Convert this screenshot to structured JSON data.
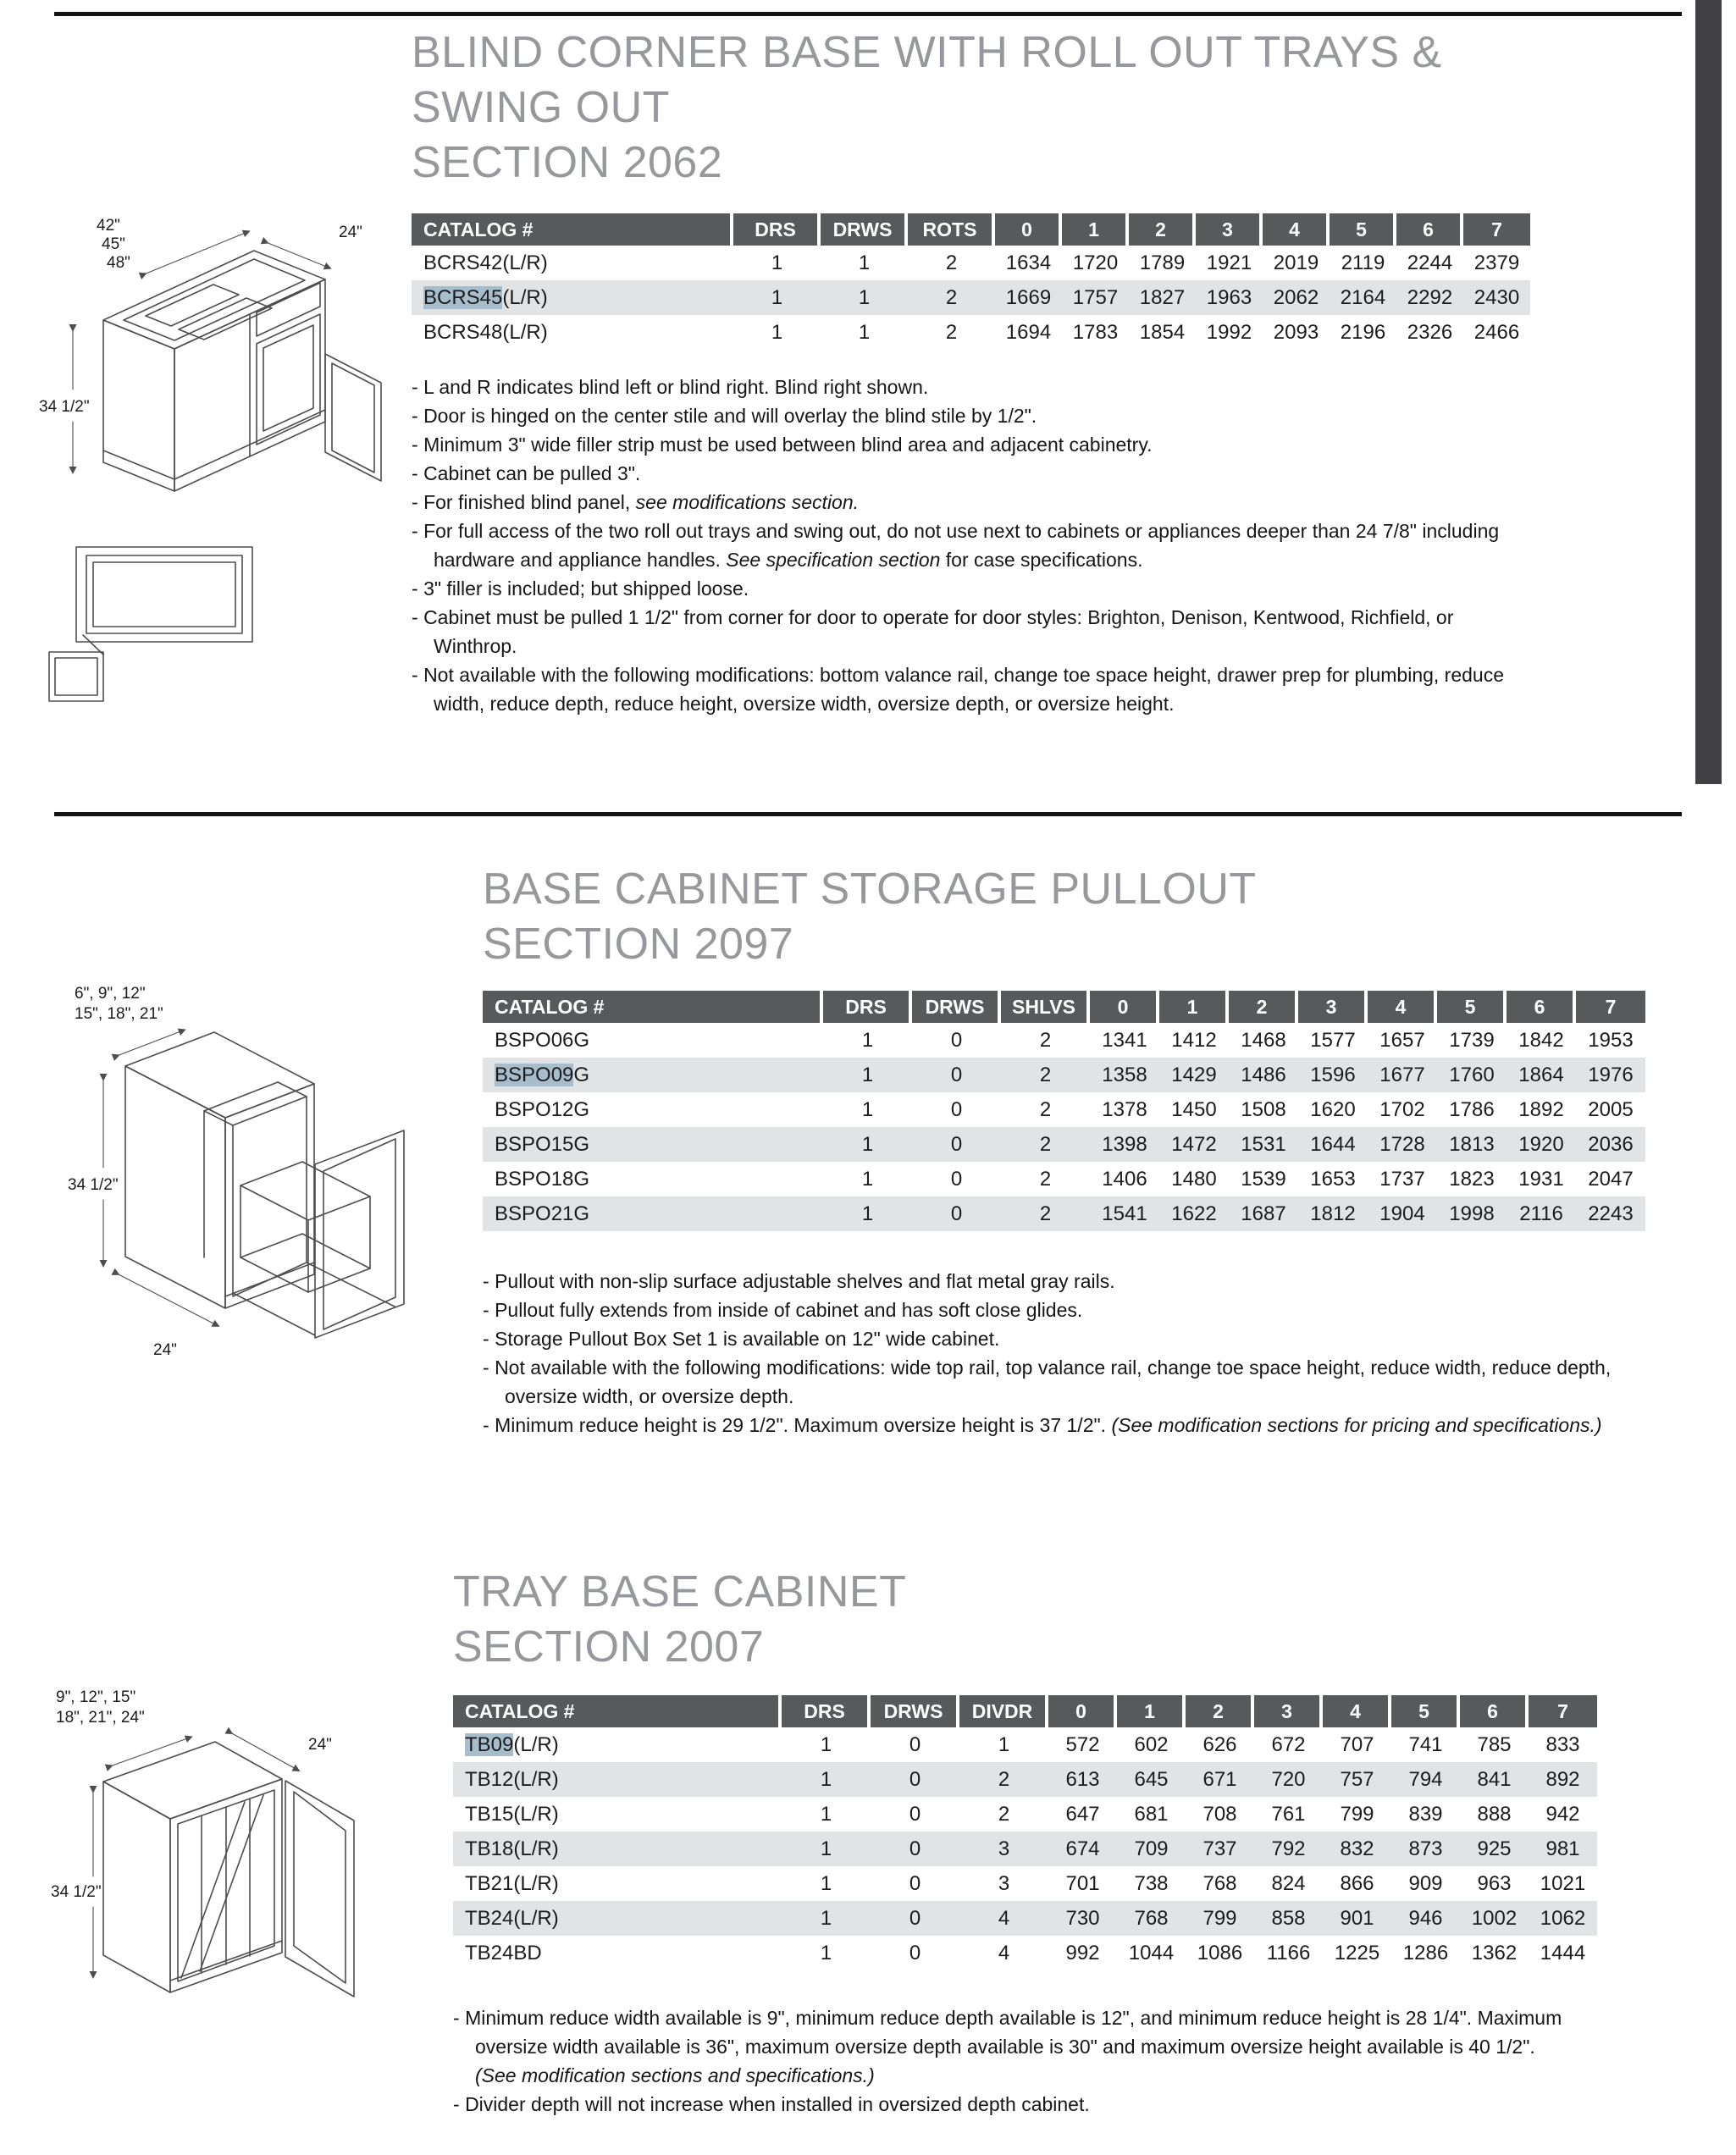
{
  "colors": {
    "table_header_bg": "#58595b",
    "row_shade_bg": "#e2e3e5",
    "highlight_bg": "#a7bdcb",
    "title_gray": "#96989b",
    "rule_black": "#141414",
    "right_tab": "#414042",
    "body_text": "#1c1c1e",
    "drawing_stroke": "#4d4d4f"
  },
  "sections": [
    {
      "name": "blind-corner-base",
      "title_lines": [
        "BLIND CORNER BASE WITH ROLL OUT TRAYS &",
        "SWING OUT"
      ],
      "section_label": "SECTION 2062",
      "drawing_dims": {
        "width_labels": [
          "42\"",
          "45\"",
          "48\""
        ],
        "depth_label": "24\"",
        "height_label": "34 1/2\""
      },
      "table": {
        "catalog_header": "CATALOG #",
        "spec_headers": [
          "DRS",
          "DRWS",
          "ROTS"
        ],
        "price_headers": [
          "0",
          "1",
          "2",
          "3",
          "4",
          "5",
          "6",
          "7"
        ],
        "rows": [
          {
            "code": "BCRS42",
            "suffix": "(L/R)",
            "highlighted": false,
            "shaded": false,
            "specs": [
              "1",
              "1",
              "2"
            ],
            "prices": [
              "1634",
              "1720",
              "1789",
              "1921",
              "2019",
              "2119",
              "2244",
              "2379"
            ]
          },
          {
            "code": "BCRS45",
            "suffix": "(L/R)",
            "highlighted": true,
            "shaded": true,
            "specs": [
              "1",
              "1",
              "2"
            ],
            "prices": [
              "1669",
              "1757",
              "1827",
              "1963",
              "2062",
              "2164",
              "2292",
              "2430"
            ]
          },
          {
            "code": "BCRS48",
            "suffix": "(L/R)",
            "highlighted": false,
            "shaded": false,
            "specs": [
              "1",
              "1",
              "2"
            ],
            "prices": [
              "1694",
              "1783",
              "1854",
              "1992",
              "2093",
              "2196",
              "2326",
              "2466"
            ]
          }
        ]
      },
      "notes": [
        [
          {
            "t": "L and R indicates blind left or blind right.  Blind right shown."
          }
        ],
        [
          {
            "t": "Door is hinged on the center stile and will overlay the blind stile by 1/2\"."
          }
        ],
        [
          {
            "t": "Minimum 3\" wide filler strip must be used between blind area and adjacent cabinetry."
          }
        ],
        [
          {
            "t": "Cabinet can be pulled 3\"."
          }
        ],
        [
          {
            "t": "For finished blind panel, "
          },
          {
            "t": "see modifications section.",
            "i": true
          }
        ],
        [
          {
            "t": "For full access of the two roll out trays and swing out, do not use next to cabinets or appliances deeper than 24 7/8\" including hardware and appliance handles.  "
          },
          {
            "t": "See specification section",
            "i": true
          },
          {
            "t": " for case specifications."
          }
        ],
        [
          {
            "t": "3\" filler is included; but shipped loose."
          }
        ],
        [
          {
            "t": "Cabinet must be pulled 1 1/2\" from corner for door to operate for door styles:  Brighton, Denison, Kentwood, Richfield, or Winthrop."
          }
        ],
        [
          {
            "t": "Not available with the following modifications: bottom valance rail, change toe space height, drawer prep for plumbing, reduce width, reduce depth, reduce height, oversize width, oversize depth, or oversize height."
          }
        ]
      ]
    },
    {
      "name": "base-cabinet-storage-pullout",
      "title_lines": [
        "BASE CABINET STORAGE PULLOUT"
      ],
      "section_label": "SECTION 2097",
      "drawing_dims": {
        "width_labels_line1": "6\", 9\", 12\"",
        "width_labels_line2": "15\", 18\", 21\"",
        "depth_label": "24\"",
        "height_label": "34 1/2\""
      },
      "table": {
        "catalog_header": "CATALOG #",
        "spec_headers": [
          "DRS",
          "DRWS",
          "SHLVS"
        ],
        "price_headers": [
          "0",
          "1",
          "2",
          "3",
          "4",
          "5",
          "6",
          "7"
        ],
        "rows": [
          {
            "code": "BSPO06G",
            "suffix": "",
            "highlighted": false,
            "shaded": false,
            "specs": [
              "1",
              "0",
              "2"
            ],
            "prices": [
              "1341",
              "1412",
              "1468",
              "1577",
              "1657",
              "1739",
              "1842",
              "1953"
            ]
          },
          {
            "code": "BSPO09",
            "suffix": "G",
            "highlighted": true,
            "shaded": true,
            "specs": [
              "1",
              "0",
              "2"
            ],
            "prices": [
              "1358",
              "1429",
              "1486",
              "1596",
              "1677",
              "1760",
              "1864",
              "1976"
            ]
          },
          {
            "code": "BSPO12G",
            "suffix": "",
            "highlighted": false,
            "shaded": false,
            "specs": [
              "1",
              "0",
              "2"
            ],
            "prices": [
              "1378",
              "1450",
              "1508",
              "1620",
              "1702",
              "1786",
              "1892",
              "2005"
            ]
          },
          {
            "code": "BSPO15G",
            "suffix": "",
            "highlighted": false,
            "shaded": true,
            "specs": [
              "1",
              "0",
              "2"
            ],
            "prices": [
              "1398",
              "1472",
              "1531",
              "1644",
              "1728",
              "1813",
              "1920",
              "2036"
            ]
          },
          {
            "code": "BSPO18G",
            "suffix": "",
            "highlighted": false,
            "shaded": false,
            "specs": [
              "1",
              "0",
              "2"
            ],
            "prices": [
              "1406",
              "1480",
              "1539",
              "1653",
              "1737",
              "1823",
              "1931",
              "2047"
            ]
          },
          {
            "code": "BSPO21G",
            "suffix": "",
            "highlighted": false,
            "shaded": true,
            "specs": [
              "1",
              "0",
              "2"
            ],
            "prices": [
              "1541",
              "1622",
              "1687",
              "1812",
              "1904",
              "1998",
              "2116",
              "2243"
            ]
          }
        ]
      },
      "notes": [
        [
          {
            "t": "Pullout with non-slip surface adjustable shelves and flat metal gray rails."
          }
        ],
        [
          {
            "t": "Pullout fully extends from inside of cabinet and has soft close glides."
          }
        ],
        [
          {
            "t": "Storage Pullout Box Set 1 is available on 12\" wide cabinet."
          }
        ],
        [
          {
            "t": "Not available with the following modifications: wide top rail, top valance rail, change toe space height, reduce width, reduce depth, oversize width, or oversize depth."
          }
        ],
        [
          {
            "t": "Minimum reduce height is 29 1/2\". Maximum oversize height is 37 1/2\". "
          },
          {
            "t": "(See modification sections for pricing and specifications.)",
            "i": true
          }
        ]
      ]
    },
    {
      "name": "tray-base-cabinet",
      "title_lines": [
        "TRAY BASE CABINET"
      ],
      "section_label": "SECTION 2007",
      "drawing_dims": {
        "width_labels_line1": "9\", 12\", 15\"",
        "width_labels_line2": "18\", 21\", 24\"",
        "depth_label": "24\"",
        "height_label": "34 1/2\""
      },
      "table": {
        "catalog_header": "CATALOG #",
        "spec_headers": [
          "DRS",
          "DRWS",
          "DIVDR"
        ],
        "price_headers": [
          "0",
          "1",
          "2",
          "3",
          "4",
          "5",
          "6",
          "7"
        ],
        "rows": [
          {
            "code": "TB09",
            "suffix": "(L/R)",
            "highlighted": true,
            "shaded": false,
            "specs": [
              "1",
              "0",
              "1"
            ],
            "prices": [
              "572",
              "602",
              "626",
              "672",
              "707",
              "741",
              "785",
              "833"
            ]
          },
          {
            "code": "TB12",
            "suffix": "(L/R)",
            "highlighted": false,
            "shaded": true,
            "specs": [
              "1",
              "0",
              "2"
            ],
            "prices": [
              "613",
              "645",
              "671",
              "720",
              "757",
              "794",
              "841",
              "892"
            ]
          },
          {
            "code": "TB15",
            "suffix": "(L/R)",
            "highlighted": false,
            "shaded": false,
            "specs": [
              "1",
              "0",
              "2"
            ],
            "prices": [
              "647",
              "681",
              "708",
              "761",
              "799",
              "839",
              "888",
              "942"
            ]
          },
          {
            "code": "TB18",
            "suffix": "(L/R)",
            "highlighted": false,
            "shaded": true,
            "specs": [
              "1",
              "0",
              "3"
            ],
            "prices": [
              "674",
              "709",
              "737",
              "792",
              "832",
              "873",
              "925",
              "981"
            ]
          },
          {
            "code": "TB21",
            "suffix": "(L/R)",
            "highlighted": false,
            "shaded": false,
            "specs": [
              "1",
              "0",
              "3"
            ],
            "prices": [
              "701",
              "738",
              "768",
              "824",
              "866",
              "909",
              "963",
              "1021"
            ]
          },
          {
            "code": "TB24",
            "suffix": "(L/R)",
            "highlighted": false,
            "shaded": true,
            "specs": [
              "1",
              "0",
              "4"
            ],
            "prices": [
              "730",
              "768",
              "799",
              "858",
              "901",
              "946",
              "1002",
              "1062"
            ]
          },
          {
            "code": "TB24BD",
            "suffix": "",
            "highlighted": false,
            "shaded": false,
            "specs": [
              "1",
              "0",
              "4"
            ],
            "prices": [
              "992",
              "1044",
              "1086",
              "1166",
              "1225",
              "1286",
              "1362",
              "1444"
            ]
          }
        ]
      },
      "notes": [
        [
          {
            "t": "Minimum reduce width available is 9\", minimum reduce depth available is 12\", and minimum reduce height is 28 1/4\". Maximum oversize width available is 36\", maximum oversize depth available is 30\" and maximum oversize height available is 40 1/2\". "
          },
          {
            "t": "(See modification sections and specifications.)",
            "i": true
          }
        ],
        [
          {
            "t": "Divider depth will not increase when installed in oversized depth cabinet."
          }
        ]
      ]
    }
  ]
}
